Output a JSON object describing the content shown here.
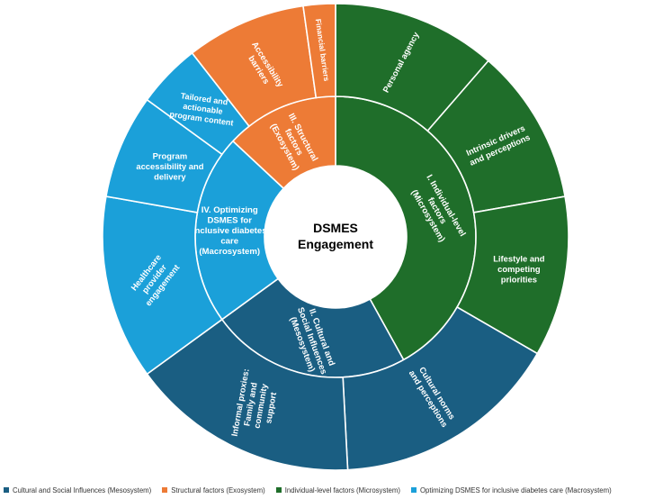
{
  "center": {
    "line1": "DSMES",
    "line2": "Engagement"
  },
  "colors": {
    "individual": "#1f6e2a",
    "cultural": "#1a5e82",
    "optimizing": "#1ba0d9",
    "structural": "#ed7b36",
    "border": "#ffffff"
  },
  "inner_ring": [
    {
      "key": "individual",
      "lines": [
        "I. Individual-level",
        "factors",
        "(Microsystem)"
      ]
    },
    {
      "key": "cultural",
      "lines": [
        "II. Cultural and",
        "Social Influences",
        "(Mesosystem)"
      ]
    },
    {
      "key": "optimizing",
      "lines": [
        "IV. Optimizing",
        "DSMES for",
        "inclusive diabetes",
        "care",
        "(Macrosystem)"
      ]
    },
    {
      "key": "structural",
      "lines": [
        "III. Structural",
        "factors",
        "(Exosystem)"
      ]
    }
  ],
  "outer_ring": [
    {
      "key": "individual",
      "lines": [
        "Personal agency"
      ]
    },
    {
      "key": "individual",
      "lines": [
        "Intrinsic drivers",
        "and perceptions"
      ]
    },
    {
      "key": "individual",
      "lines": [
        "Lifestyle and",
        "competing",
        "priorities"
      ]
    },
    {
      "key": "cultural",
      "lines": [
        "Cultural norms",
        "and perceptions"
      ]
    },
    {
      "key": "cultural",
      "lines": [
        "Informal proxies:",
        "Family and",
        "community",
        "support"
      ]
    },
    {
      "key": "optimizing",
      "lines": [
        "Healthcare",
        "provider",
        "engagement"
      ]
    },
    {
      "key": "optimizing",
      "lines": [
        "Program",
        "accessibility and",
        "delivery"
      ]
    },
    {
      "key": "optimizing",
      "lines": [
        "Tailored and",
        "actionable",
        "program content"
      ]
    },
    {
      "key": "structural",
      "lines": [
        "Accessibility",
        "barriers"
      ]
    },
    {
      "key": "structural",
      "lines": [
        "Financial barriers"
      ]
    }
  ],
  "legend": [
    {
      "key": "cultural",
      "label": "Cultural and Social Influences (Mesosystem)"
    },
    {
      "key": "structural",
      "label": "Structural factors (Exosystem)"
    },
    {
      "key": "individual",
      "label": "Individual-level factors (Microsystem)"
    },
    {
      "key": "optimizing",
      "label": "Optimizing DSMES for inclusive diabetes care (Macrosystem)"
    }
  ]
}
